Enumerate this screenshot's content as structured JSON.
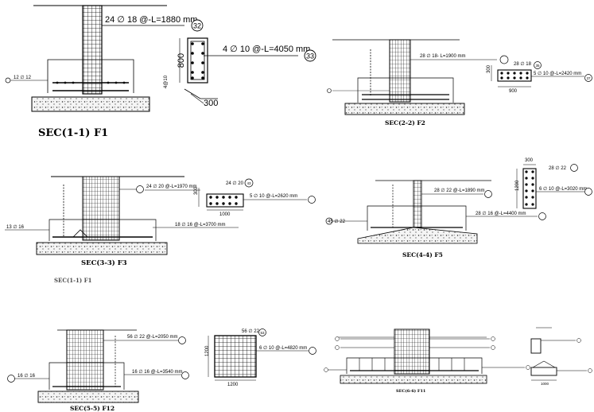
{
  "drawing": {
    "sec11": {
      "title": "SEC(1-1) F1",
      "bar_main": "24",
      "bar_main_rest": "18 @-L=1880 mm",
      "bar_main_no": "32",
      "bar_tie": "4",
      "bar_tie_rest": "10 @-L=4050 mm",
      "bar_tie_no": "33",
      "bar_bottom": "12",
      "bar_bottom_no": "12",
      "dim_800": "800",
      "dim_300": "300",
      "dim_side": "4@10"
    },
    "sec22": {
      "title": "SEC(2-2) F2",
      "bar_main": "28",
      "bar_main_rest": "18- L=1900 mm",
      "bar_count": "28",
      "bar_count_rest": "18",
      "bar_count_no": "35",
      "bar_tie": "5",
      "bar_tie_rest": "10 @-L=2420 mm",
      "bar_tie_no": "37",
      "dim_300": "300",
      "dim_900": "900"
    },
    "sec33": {
      "title": "SEC(3-3) F3",
      "bar_main": "24",
      "bar_main_rest": "20 @-L=1970 mm",
      "bar_count": "24",
      "bar_count_rest": "20",
      "bar_count_no": "43",
      "bar_tie": "5",
      "bar_tie_rest": "10 @-L=2620 mm",
      "bar_bottom": "18",
      "bar_bottom_rest": "16 @-L=3700 mm",
      "bar_left": "13",
      "bar_left_rest": "16",
      "dim_300": "300",
      "dim_1000": "1000",
      "ghost": "SEC(1-1) F1"
    },
    "sec44": {
      "title": "SEC(4-4) F5",
      "bar_main": "28",
      "bar_main_rest": "22 @-L=1890 mm",
      "bar_bottom": "28",
      "bar_bottom_rest": "16 @-L=4400 mm",
      "bar_left": "45",
      "bar_left_rest": "22",
      "bar_count": "28",
      "bar_count_rest": "22",
      "bar_tie": "6",
      "bar_tie_rest": "10 @-L=3020 mm",
      "dim_300": "300",
      "dim_1200": "1200"
    },
    "sec55": {
      "title": "SEC(5-5) F12",
      "bar_main": "56",
      "bar_main_rest": "22 @-L=2050 mm",
      "bar_bottom": "16",
      "bar_bottom_rest": "16 @-L=3540 mm",
      "bar_left": "16",
      "bar_left_rest": "16",
      "bar_count": "56",
      "bar_count_rest": "22",
      "bar_count_no": "53",
      "bar_tie": "6",
      "bar_tie_rest": "10 @-L=4820 mm",
      "dim_1200v": "1200",
      "dim_1200h": "1200"
    },
    "sec66": {
      "title": "SEC(6-6) F11",
      "dim_1000": "1000"
    }
  }
}
